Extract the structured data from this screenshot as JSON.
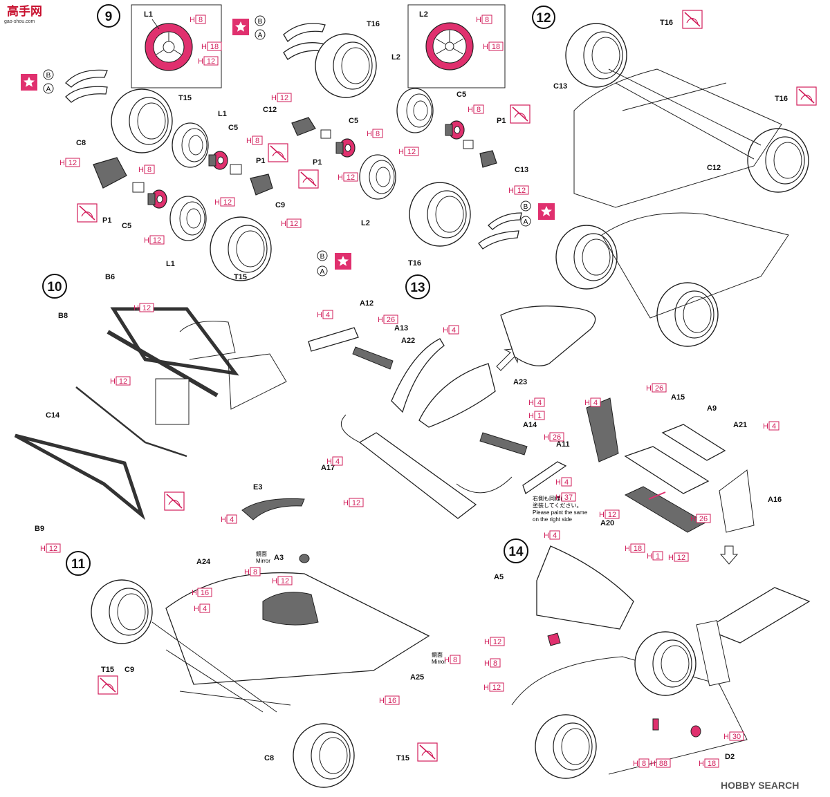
{
  "watermark_top": {
    "brand": "高手网",
    "url": "gao-shou.com"
  },
  "watermark_bottom": {
    "brand": "HOBBY SEARCH"
  },
  "colors": {
    "accent": "#d11d5a",
    "paint_magenta": "#e0306e",
    "parts_gray": "#6b6b6b"
  },
  "steps": [
    {
      "number": "9"
    },
    {
      "number": "10"
    },
    {
      "number": "11"
    },
    {
      "number": "12"
    },
    {
      "number": "13"
    },
    {
      "number": "14"
    }
  ],
  "paint_codes": {
    "H1": "1",
    "H4": "4",
    "H8": "8",
    "H12": "12",
    "H16": "16",
    "H18": "18",
    "H26": "26",
    "H30": "30",
    "H37": "37",
    "H88": "88"
  },
  "option_letters": {
    "a": "A",
    "b": "B"
  },
  "parts": {
    "L1": "L1",
    "L2": "L2",
    "T15": "T15",
    "T16": "T16",
    "C5": "C5",
    "C8": "C8",
    "C9": "C9",
    "C12": "C12",
    "C13": "C13",
    "C14": "C14",
    "P1": "P1",
    "B6": "B6",
    "B8": "B8",
    "B9": "B9",
    "E3": "E3",
    "A3": "A3",
    "A5": "A5",
    "A9": "A9",
    "A11": "A11",
    "A12": "A12",
    "A13": "A13",
    "A14": "A14",
    "A15": "A15",
    "A16": "A16",
    "A17": "A17",
    "A20": "A20",
    "A21": "A21",
    "A22": "A22",
    "A23": "A23",
    "A24": "A24",
    "A25": "A25",
    "D2": "D2"
  },
  "notes": {
    "mirror_jp": "鏡面",
    "mirror_en": "Mirror",
    "right_side_jp_1": "右側も同様に",
    "right_side_jp_2": "塗装してください。",
    "right_side_en_1": "Please paint the same",
    "right_side_en_2": "on the right side"
  }
}
